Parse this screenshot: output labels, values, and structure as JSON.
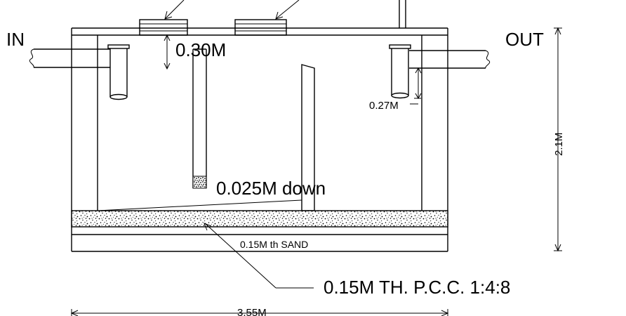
{
  "labels": {
    "inlet": "IN",
    "outlet": "OUT",
    "clearance": "0.30M",
    "outlet_drop": "0.27M",
    "height": "2.1M",
    "slope": "0.025M down",
    "sand": "0.15M th SAND",
    "pcc": "0.15M TH. P.C.C. 1:4:8",
    "length": "3.55M"
  }
}
